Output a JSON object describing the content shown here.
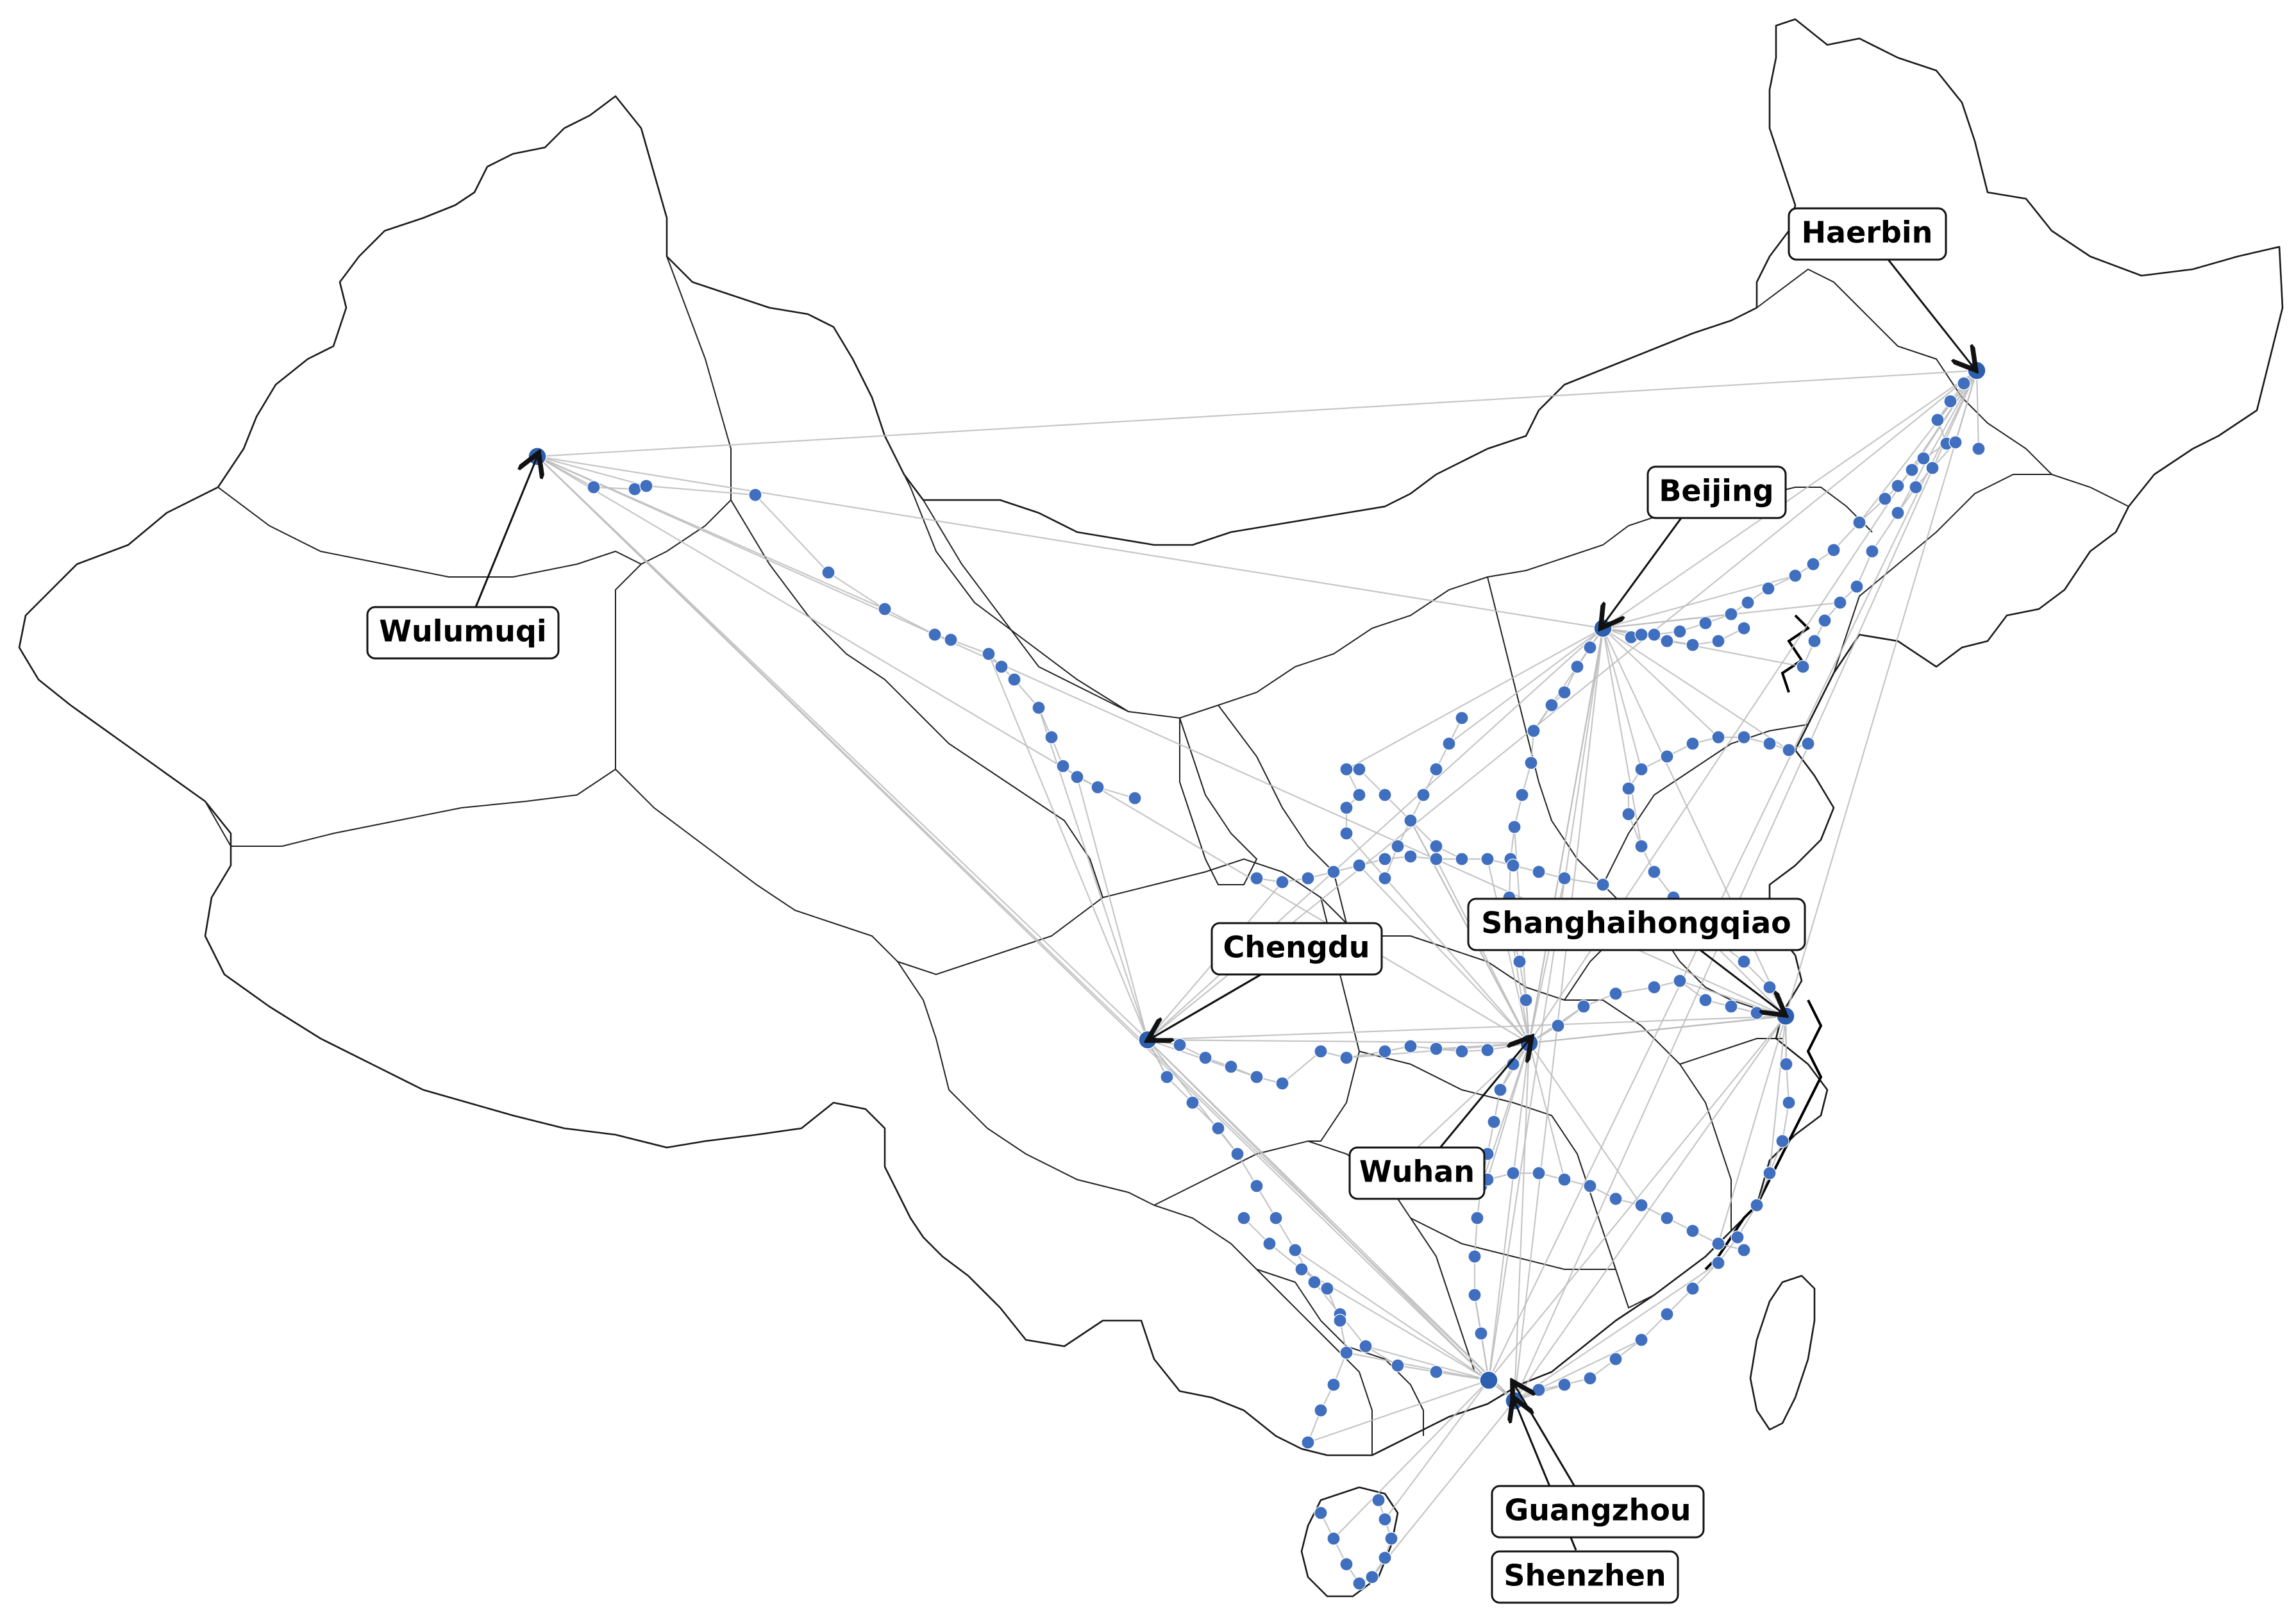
{
  "map": {
    "cities": [
      {
        "id": "haerbin",
        "label": "Haerbin"
      },
      {
        "id": "beijing",
        "label": "Beijing"
      },
      {
        "id": "wulumuqi",
        "label": "Wulumuqi"
      },
      {
        "id": "chengdu",
        "label": "Chengdu"
      },
      {
        "id": "shanghaihongqiao",
        "label": "Shanghaihongqiao"
      },
      {
        "id": "wuhan",
        "label": "Wuhan"
      },
      {
        "id": "guangzhou",
        "label": "Guangzhou"
      },
      {
        "id": "shenzhen",
        "label": "Shenzhen"
      }
    ],
    "colors": {
      "station": "#3f6fbe",
      "edge": "#bdbdbd",
      "border": "#1a1a1a"
    }
  }
}
